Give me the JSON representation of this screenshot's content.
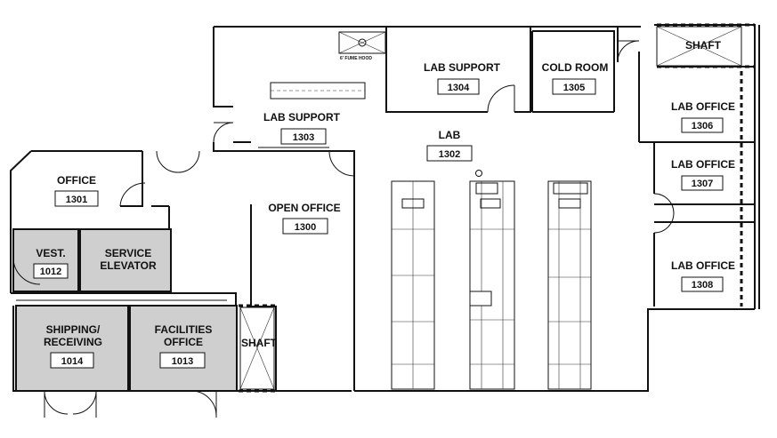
{
  "rooms": {
    "fume_hood": "6' FUME HOOD",
    "lab_support_1304": {
      "name": "LAB SUPPORT",
      "number": "1304"
    },
    "cold_room": {
      "name": "COLD ROOM",
      "number": "1305"
    },
    "shaft_top": {
      "name": "SHAFT"
    },
    "lab_office_1306": {
      "name": "LAB OFFICE",
      "number": "1306"
    },
    "lab_office_1307": {
      "name": "LAB OFFICE",
      "number": "1307"
    },
    "lab_office_1308": {
      "name": "LAB OFFICE",
      "number": "1308"
    },
    "lab_support_1303": {
      "name": "LAB SUPPORT",
      "number": "1303"
    },
    "lab": {
      "name": "LAB",
      "number": "1302"
    },
    "office": {
      "name": "OFFICE",
      "number": "1301"
    },
    "open_office": {
      "name": "OPEN OFFICE",
      "number": "1300"
    },
    "vest": {
      "name": "VEST.",
      "number": "1012"
    },
    "service_elevator": {
      "line1": "SERVICE",
      "line2": "ELEVATOR"
    },
    "shipping": {
      "line1": "SHIPPING/",
      "line2": "RECEIVING",
      "number": "1014"
    },
    "facilities": {
      "line1": "FACILITIES",
      "line2": "OFFICE",
      "number": "1013"
    },
    "shaft_bottom": {
      "name": "SHAFT"
    }
  },
  "colors": {
    "wall": "#111111",
    "shaded_room": "#cfcfcf",
    "background": "#ffffff"
  }
}
